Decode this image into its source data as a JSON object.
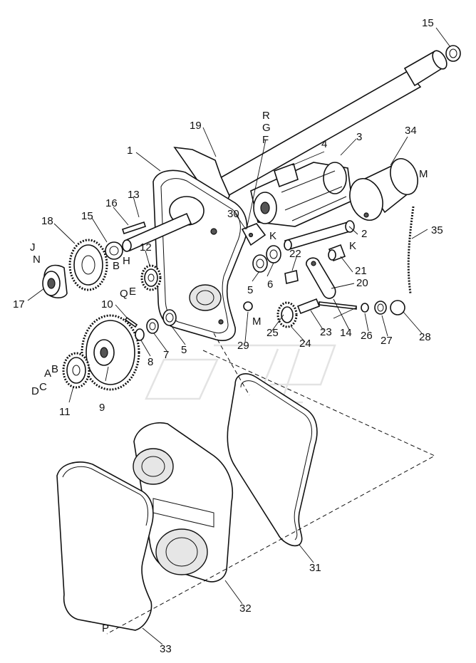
{
  "diagram": {
    "type": "exploded-parts-view",
    "labels": [
      {
        "id": "l1",
        "text": "1"
      },
      {
        "id": "l2",
        "text": "2"
      },
      {
        "id": "l3",
        "text": "3"
      },
      {
        "id": "l4",
        "text": "4"
      },
      {
        "id": "l5a",
        "text": "5"
      },
      {
        "id": "l5b",
        "text": "5"
      },
      {
        "id": "l6",
        "text": "6"
      },
      {
        "id": "l7",
        "text": "7"
      },
      {
        "id": "l8",
        "text": "8"
      },
      {
        "id": "l9",
        "text": "9"
      },
      {
        "id": "l10",
        "text": "10"
      },
      {
        "id": "l11",
        "text": "11"
      },
      {
        "id": "l12",
        "text": "12"
      },
      {
        "id": "l13",
        "text": "13"
      },
      {
        "id": "l14",
        "text": "14"
      },
      {
        "id": "l15a",
        "text": "15"
      },
      {
        "id": "l15b",
        "text": "15"
      },
      {
        "id": "l16",
        "text": "16"
      },
      {
        "id": "l17",
        "text": "17"
      },
      {
        "id": "l18",
        "text": "18"
      },
      {
        "id": "l19",
        "text": "19"
      },
      {
        "id": "l20",
        "text": "20"
      },
      {
        "id": "l21",
        "text": "21"
      },
      {
        "id": "l22",
        "text": "22"
      },
      {
        "id": "l23",
        "text": "23"
      },
      {
        "id": "l24",
        "text": "24"
      },
      {
        "id": "l25",
        "text": "25"
      },
      {
        "id": "l26",
        "text": "26"
      },
      {
        "id": "l27",
        "text": "27"
      },
      {
        "id": "l28",
        "text": "28"
      },
      {
        "id": "l29",
        "text": "29"
      },
      {
        "id": "l30",
        "text": "30"
      },
      {
        "id": "l31",
        "text": "31"
      },
      {
        "id": "l32",
        "text": "32"
      },
      {
        "id": "l33",
        "text": "33"
      },
      {
        "id": "l34",
        "text": "34"
      },
      {
        "id": "l35",
        "text": "35"
      }
    ],
    "letters": [
      {
        "id": "R",
        "text": "R"
      },
      {
        "id": "G",
        "text": "G"
      },
      {
        "id": "F",
        "text": "F"
      },
      {
        "id": "M1",
        "text": "M"
      },
      {
        "id": "M2",
        "text": "M"
      },
      {
        "id": "K1",
        "text": "K"
      },
      {
        "id": "K2",
        "text": "K"
      },
      {
        "id": "J",
        "text": "J"
      },
      {
        "id": "N",
        "text": "N"
      },
      {
        "id": "B1",
        "text": "B"
      },
      {
        "id": "H",
        "text": "H"
      },
      {
        "id": "Q",
        "text": "Q"
      },
      {
        "id": "E",
        "text": "E"
      },
      {
        "id": "A",
        "text": "A"
      },
      {
        "id": "B2",
        "text": "B"
      },
      {
        "id": "D",
        "text": "D"
      },
      {
        "id": "C",
        "text": "C"
      },
      {
        "id": "P",
        "text": "P"
      }
    ]
  }
}
